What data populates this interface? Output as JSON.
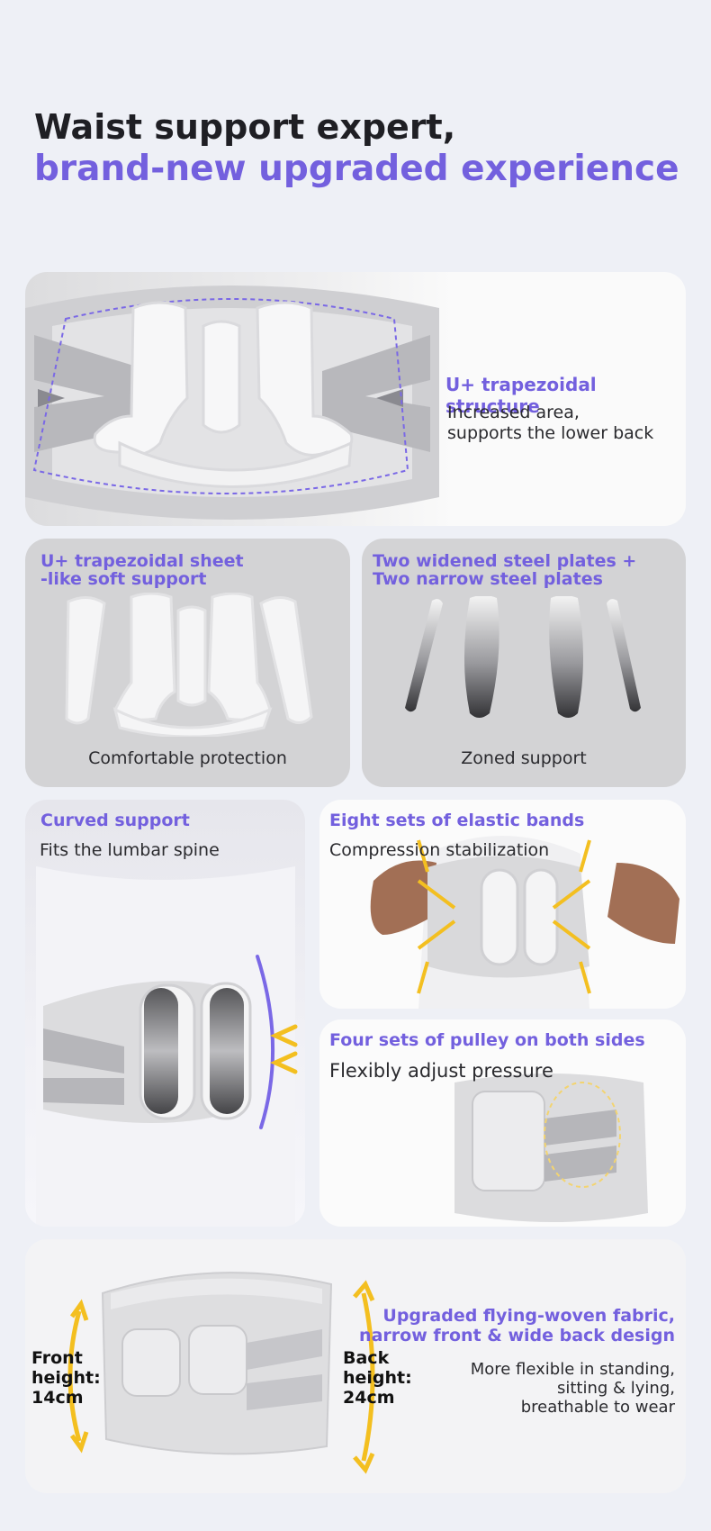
{
  "headline": {
    "line1": "Waist support expert,",
    "line2": "brand-new upgraded experience"
  },
  "hero": {
    "title": "U+ trapezoidal structure",
    "desc_line1": "Increased area,",
    "desc_line2": "supports the lower back"
  },
  "soft_support": {
    "title_line1": "U+ trapezoidal sheet",
    "title_line2": "-like soft support",
    "caption": "Comfortable protection"
  },
  "steel_plates": {
    "title_line1": "Two widened steel plates +",
    "title_line2": "Two narrow steel plates",
    "caption": "Zoned support"
  },
  "curved": {
    "title": "Curved support",
    "desc": "Fits the lumbar spine"
  },
  "elastic": {
    "title": "Eight sets of elastic bands",
    "desc": "Compression stabilization"
  },
  "pulley": {
    "title": "Four sets of pulley on both sides",
    "desc": "Flexibly adjust pressure"
  },
  "fabric": {
    "front_line1": "Front",
    "front_line2": "height:",
    "front_line3": "14cm",
    "back_line1": "Back",
    "back_line2": "height:",
    "back_line3": "24cm",
    "title_line1": "Upgraded flying-woven fabric,",
    "title_line2": "narrow front & wide back design",
    "desc_line1": "More flexible in standing,",
    "desc_line2": "sitting & lying,",
    "desc_line3": "breathable to wear"
  },
  "colors": {
    "accent": "#7360de",
    "arrow": "#f3bf20",
    "card_gray": "#d3d3d5"
  }
}
